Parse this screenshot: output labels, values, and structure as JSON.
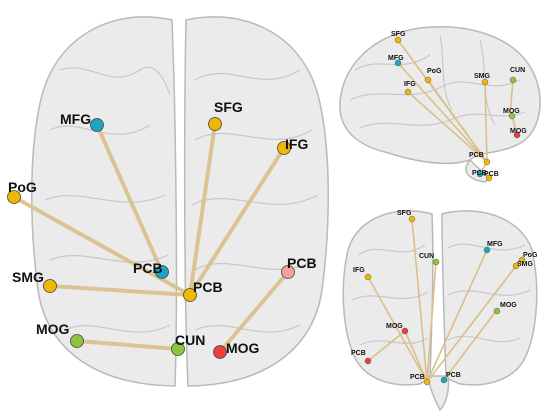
{
  "colors": {
    "edge": "#d9c08a",
    "brain_fill": "#e4e4e4",
    "brain_stroke": "#b9b9b9",
    "node_blue": "#19a7c4",
    "node_yellow": "#f0b800",
    "node_green": "#8cc63e",
    "node_red": "#e8413d",
    "node_pink": "#f4a0a0"
  },
  "views": {
    "axial": {
      "nodes": [
        {
          "key": "mfg",
          "label": "MFG",
          "color": "node_blue"
        },
        {
          "key": "sfg",
          "label": "SFG",
          "color": "node_yellow"
        },
        {
          "key": "ifg",
          "label": "IFG",
          "color": "node_yellow"
        },
        {
          "key": "pog",
          "label": "PoG",
          "color": "node_yellow"
        },
        {
          "key": "pcb1",
          "label": "PCB",
          "color": "node_blue"
        },
        {
          "key": "pcb2",
          "label": "PCB",
          "color": "node_yellow"
        },
        {
          "key": "pcb3",
          "label": "PCB",
          "color": "node_pink"
        },
        {
          "key": "smg",
          "label": "SMG",
          "color": "node_yellow"
        },
        {
          "key": "mog",
          "label": "MOG",
          "color": "node_green"
        },
        {
          "key": "cun",
          "label": "CUN",
          "color": "node_green"
        },
        {
          "key": "mog2",
          "label": "MOG",
          "color": "node_red"
        }
      ]
    },
    "sagittal": {
      "nodes": [
        {
          "key": "sfg",
          "label": "SFG",
          "color": "node_yellow"
        },
        {
          "key": "mfg",
          "label": "MFG",
          "color": "node_blue"
        },
        {
          "key": "pog",
          "label": "PoG",
          "color": "node_yellow"
        },
        {
          "key": "ifg",
          "label": "IFG",
          "color": "node_yellow"
        },
        {
          "key": "smg",
          "label": "SMG",
          "color": "node_yellow"
        },
        {
          "key": "cun",
          "label": "CUN",
          "color": "node_green"
        },
        {
          "key": "mog",
          "label": "MOG",
          "color": "node_green"
        },
        {
          "key": "mog2",
          "label": "MOG",
          "color": "node_red"
        },
        {
          "key": "pcb1",
          "label": "PCB",
          "color": "node_yellow"
        },
        {
          "key": "pcb2",
          "label": "PCB",
          "color": "node_blue"
        },
        {
          "key": "pcb3",
          "label": "PCB",
          "color": "node_yellow"
        }
      ]
    },
    "coronal": {
      "nodes": [
        {
          "key": "sfg",
          "label": "SFG",
          "color": "node_yellow"
        },
        {
          "key": "mfg",
          "label": "MFG",
          "color": "node_blue"
        },
        {
          "key": "cun",
          "label": "CUN",
          "color": "node_green"
        },
        {
          "key": "pog",
          "label": "PoG",
          "color": "node_yellow"
        },
        {
          "key": "smg",
          "label": "SMG",
          "color": "node_yellow"
        },
        {
          "key": "ifg",
          "label": "IFG",
          "color": "node_yellow"
        },
        {
          "key": "mog",
          "label": "MOG",
          "color": "node_green"
        },
        {
          "key": "mog2",
          "label": "MOG",
          "color": "node_red"
        },
        {
          "key": "pcb1",
          "label": "PCB",
          "color": "node_red"
        },
        {
          "key": "pcb2",
          "label": "PCB",
          "color": "node_yellow"
        },
        {
          "key": "pcb3",
          "label": "PCB",
          "color": "node_blue"
        }
      ]
    }
  }
}
